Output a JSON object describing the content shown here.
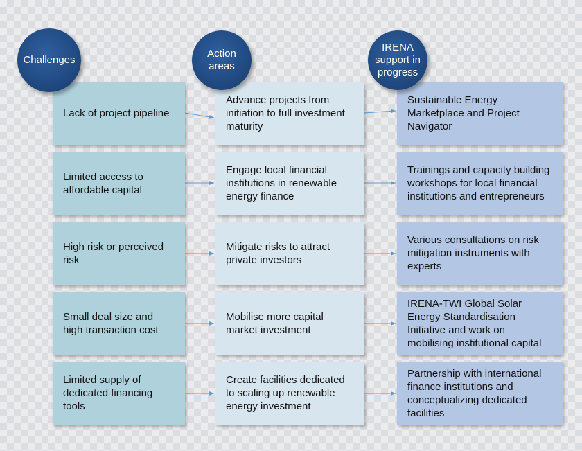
{
  "headers": {
    "challenges": "Challenges",
    "action_areas": "Action\nareas",
    "irena_support": "IRENA\nsupport in\nprogress"
  },
  "rows": [
    {
      "challenge": "Lack of project pipeline",
      "action": "Advance projects from initiation to full investment maturity",
      "support": "Sustainable Energy Marketplace and Project Navigator"
    },
    {
      "challenge": "Limited access to affordable capital",
      "action": "Engage local financial institutions in renewable energy finance",
      "support": "Trainings and capacity building workshops for local financial institutions and entrepreneurs"
    },
    {
      "challenge": "High risk or perceived risk",
      "action": "Mitigate risks to attract private investors",
      "support": "Various consultations on risk mitigation instruments with experts"
    },
    {
      "challenge": "Small deal size and high transaction cost",
      "action": "Mobilise more capital market investment",
      "support": "IRENA-TWI Global Solar Energy Standardisation Initiative and work on mobilising institutional capital"
    },
    {
      "challenge": "Limited supply of dedicated financing tools",
      "action": "Create facilities dedicated to scaling up renewable energy investment",
      "support": "Partnership with international finance institutions and conceptualizing dedicated facilities"
    }
  ]
}
